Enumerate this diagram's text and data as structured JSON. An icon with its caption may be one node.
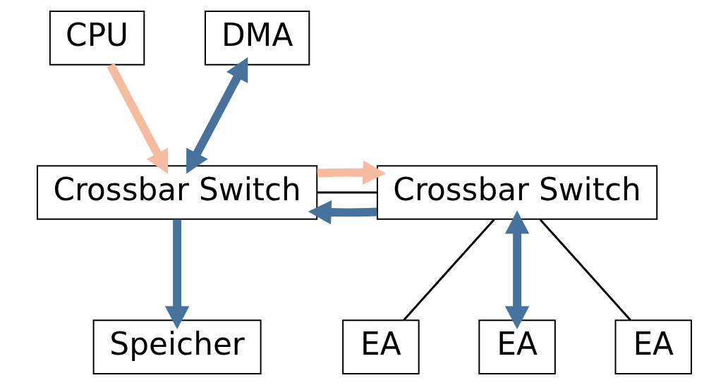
{
  "diagram": {
    "nodes": [
      {
        "text": [
          "CPU"
        ]
      },
      {
        "text": [
          "DMA"
        ]
      },
      {
        "text": [
          "Crossbar Switch"
        ]
      },
      {
        "text": [
          "Crossbar Switch"
        ]
      },
      {
        "text": [
          "Speicher"
        ]
      },
      {
        "text": [
          "EA"
        ]
      },
      {
        "text": [
          "EA"
        ]
      },
      {
        "text": [
          "EA"
        ]
      }
    ],
    "edges": [
      {
        "from": 0,
        "to": 2,
        "arrow": "to",
        "color": "#f7bba0"
      },
      {
        "from": 1,
        "to": 2,
        "arrow": "both",
        "color": "#46729c"
      },
      {
        "from": 3,
        "to": 2,
        "arrow": "to",
        "color": "#46729c"
      },
      {
        "from": 2,
        "to": 3,
        "arrow": "none",
        "color": "#000000"
      },
      {
        "from": 2,
        "to": 3,
        "arrow": "to",
        "color": "#f7bba0"
      },
      {
        "from": 2,
        "to": 4,
        "arrow": "to",
        "color": "#46729c"
      },
      {
        "from": 3,
        "to": 5,
        "arrow": "none",
        "color": "#000000"
      },
      {
        "from": 3,
        "to": 6,
        "arrow": "both",
        "color": "#46729c"
      },
      {
        "from": 3,
        "to": 7,
        "arrow": "none",
        "color": "#000000"
      }
    ]
  }
}
